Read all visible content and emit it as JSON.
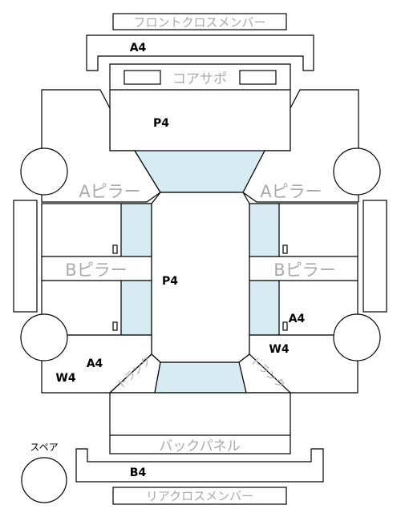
{
  "labels": {
    "front_cross_member": "フロントクロスメンバー",
    "radiator_support": "コアサポ",
    "a_pillar_left": "Aピラー",
    "a_pillar_right": "Aピラー",
    "b_pillar_left": "Bピラー",
    "b_pillar_right": "Bピラー",
    "trunk_left": "トランク",
    "trunk_right": "トランク",
    "back_panel": "バックパネル",
    "rear_cross_member": "リアクロスメンバー",
    "spare": "スペア"
  },
  "grades": {
    "front_member": "A4",
    "front_body": "P4",
    "center_body": "P4",
    "right_rear_door": "A4",
    "right_rear_wheel": "W4",
    "left_rear_door": "A4",
    "left_rear_wheel": "W4",
    "rear_member": "B4"
  },
  "colors": {
    "glass": "#d6ebf2",
    "outline": "#000000",
    "gray_text": "#a9a9a9"
  }
}
